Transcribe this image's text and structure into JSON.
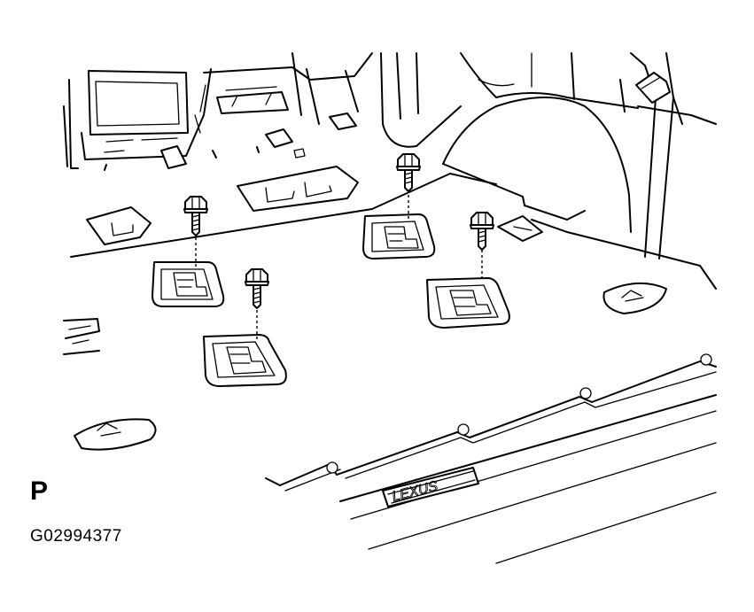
{
  "figure": {
    "view_label": "P",
    "figure_code": "G02994377"
  },
  "emblem": {
    "text": "LEXUS"
  },
  "icons": {
    "bolt": "bolt-icon",
    "cargo_hook": "cargo-hook-icon",
    "tie_down_cover": "tie-down-cover-icon"
  },
  "colors": {
    "line": "#000000",
    "background": "#ffffff"
  }
}
